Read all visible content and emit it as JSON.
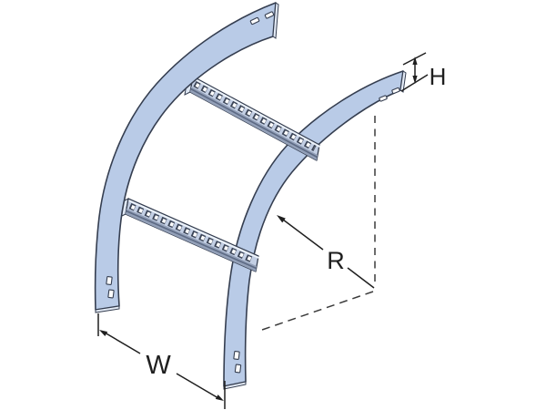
{
  "diagram": {
    "type": "isometric-technical-drawing",
    "subject": "curved cable ladder riser bend with two perforated rungs",
    "dimension_labels": {
      "height": "H",
      "width": "W",
      "radius": "R"
    },
    "rung_count": 2,
    "rung_hole_count": 17,
    "colors": {
      "background": "#ffffff",
      "rail_fill": "#b9cbe7",
      "rail_outline": "#353e50",
      "rail_end_face": "#e4ebf6",
      "rung_face": "#c3cfe4",
      "rung_flange": "#93a0b8",
      "rung_stripe": "#5d6a84",
      "rung_highlight": "#edf3fa",
      "hole_fill": "#ffffff",
      "dimension_line": "#1f1f1f",
      "construction_line": "#3b3b3b"
    }
  }
}
